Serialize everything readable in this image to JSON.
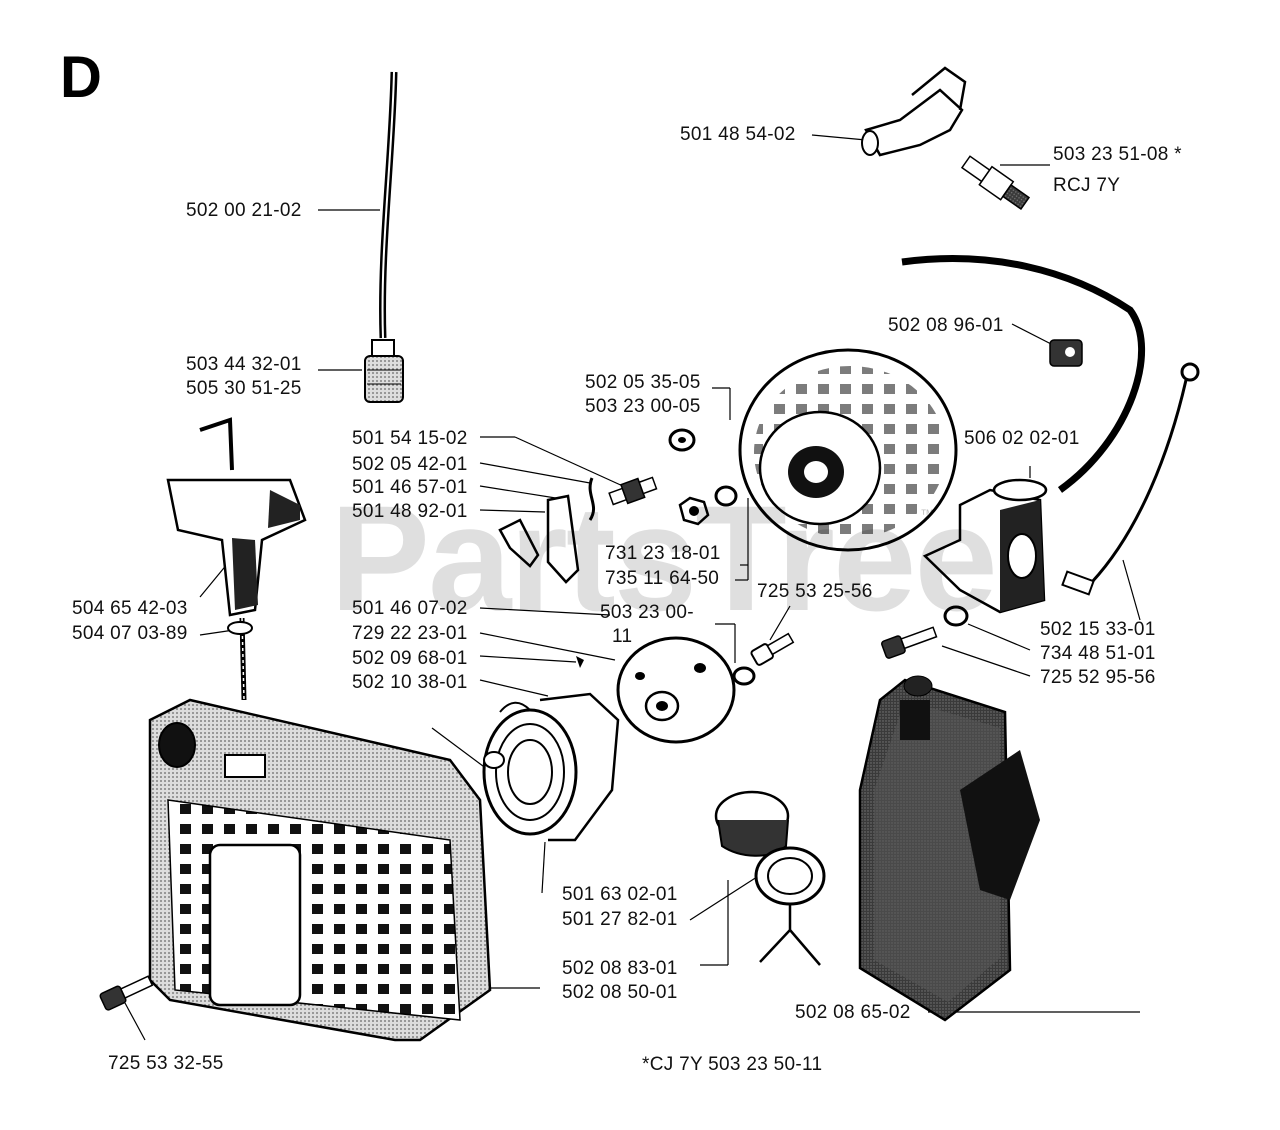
{
  "section_letter": "D",
  "watermark": "PartsTree",
  "watermark_tm": "™",
  "footnote": "*CJ 7Y 503 23 50-11",
  "part_numbers": {
    "hose": "502 00 21-02",
    "fuel_filter_a": "503 44 32-01",
    "fuel_filter_b": "505 30 51-25",
    "handle_a": "504 65 42-03",
    "handle_b": "504 07 03-89",
    "screw_left": "725 53 32-55",
    "boot": "501 48 54-02",
    "plug_a": "503 23 51-08 *",
    "plug_b": "RCJ 7Y",
    "clamp": "502 08 96-01",
    "fly_a": "502 05 35-05",
    "fly_b": "503 23 00-05",
    "pawl_1": "501 54 15-02",
    "pawl_2": "502 05 42-01",
    "pawl_3": "501 46 57-01",
    "pawl_4": "501 48 92-01",
    "nut_a": "731 23 18-01",
    "nut_b": "735 11 64-50",
    "coil": "506 02 02-01",
    "screw_mid": "725 53 25-56",
    "pulley_1": "501 46 07-02",
    "pulley_2": "729 22 23-01",
    "pulley_3": "502 09 68-01",
    "pulley_4": "502 10 38-01",
    "washer_a": "503 23 00-",
    "washer_b": "11",
    "wire": "502 15 33-01",
    "coil_washer": "734 48 51-01",
    "coil_screw": "725 52 95-56",
    "spring_a": "501 63 02-01",
    "spring_b": "501 27 82-01",
    "cap_a": "502 08 83-01",
    "cap_b": "502 08 50-01",
    "cover_right": "502 08 65-02"
  }
}
